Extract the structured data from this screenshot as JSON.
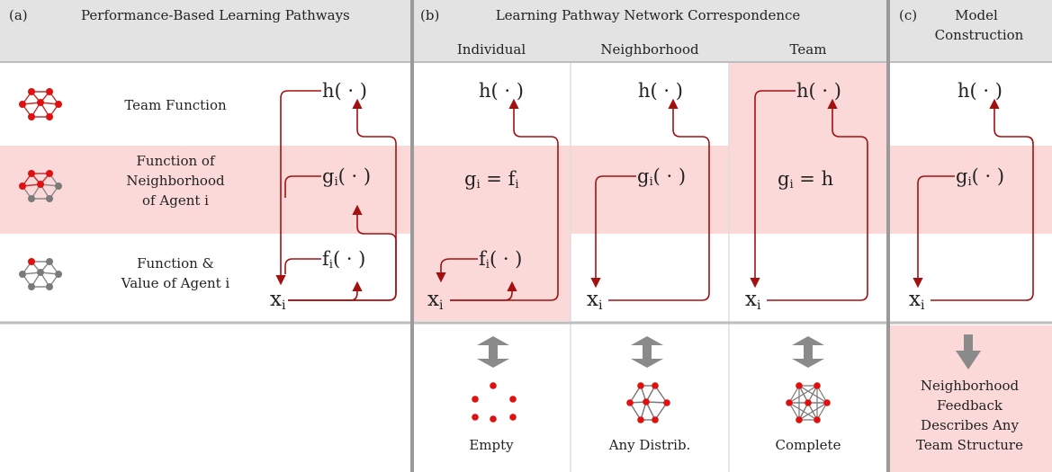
{
  "headers": {
    "a": {
      "tag": "(a)",
      "title": "Performance-Based Learning Pathways"
    },
    "b": {
      "tag": "(b)",
      "title": "Learning Pathway Network Correspondence",
      "cols": [
        "Individual",
        "Neighborhood",
        "Team"
      ]
    },
    "c": {
      "tag": "(c)",
      "title_line1": "Model",
      "title_line2": "Construction"
    }
  },
  "rows": {
    "team": {
      "label": "Team Function"
    },
    "neighborhood": {
      "label_lines": [
        "Function of",
        "Neighborhood",
        "of Agent i"
      ]
    },
    "agent": {
      "label_lines": [
        "Function &",
        "Value of Agent i"
      ]
    }
  },
  "math": {
    "h": "h( · )",
    "g_base": "g",
    "g_sub": "i",
    "g_rest": "( · )",
    "f_base": "f",
    "f_sub": "i",
    "f_rest": "( · )",
    "x_base": "x",
    "x_sub": "i",
    "gf_left": "g",
    "gf_left_sub": "i",
    "gf_eq": " = f",
    "gf_right_sub": "i",
    "gh_left": "g",
    "gh_left_sub": "i",
    "gh_rest": " = h"
  },
  "bottom": {
    "empty": "Empty",
    "any": "Any Distrib.",
    "complete": "Complete",
    "c_text": [
      "Neighborhood",
      "Feedback",
      "Describes Any",
      "Team Structure"
    ]
  },
  "colors": {
    "header_bg": "#e3e3e3",
    "highlight": "#fcd9d9",
    "arrow": "#a31010",
    "node_red": "#e01010",
    "node_gray": "#7a7a7a",
    "block_arrow": "#8a8a8a",
    "divider": "#9a9a9a"
  }
}
